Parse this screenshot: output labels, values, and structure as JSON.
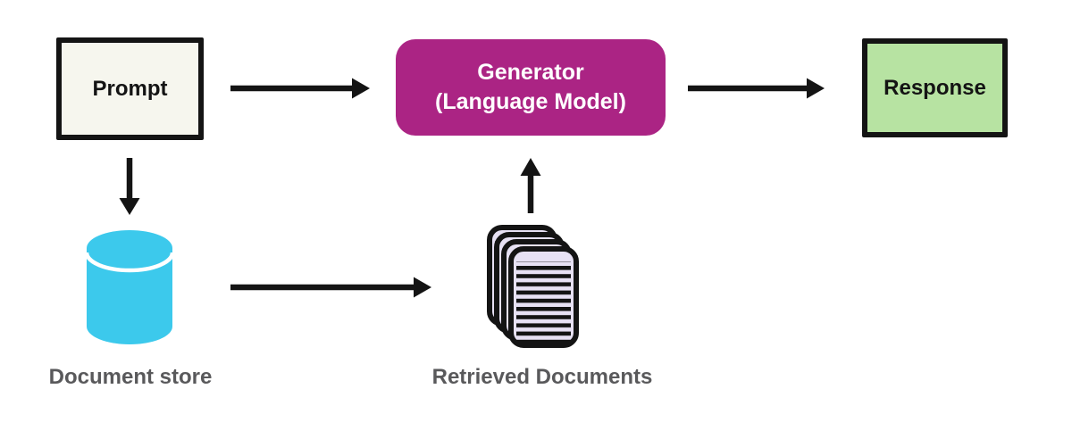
{
  "diagram": {
    "background": "#ffffff",
    "arrow_color": "#141414",
    "caption_color": "#59595b",
    "nodes": {
      "prompt": {
        "label": "Prompt",
        "shape": "rectangle",
        "fill": "#f6f6ee",
        "border_color": "#141414",
        "text_color": "#141414"
      },
      "generator": {
        "label_line1": "Generator",
        "label_line2": "(Language Model)",
        "shape": "rounded-rectangle",
        "fill": "#ab2484",
        "text_color": "#ffffff"
      },
      "response": {
        "label": "Response",
        "shape": "rectangle",
        "fill": "#b7e3a2",
        "border_color": "#141414",
        "text_color": "#141414"
      },
      "document_store": {
        "label": "Document store",
        "icon": "database-cylinder-icon",
        "icon_color": "#3cc9ec"
      },
      "retrieved_documents": {
        "label": "Retrieved Documents",
        "icon": "document-stack-icon",
        "icon_fill": "#e7e1f4",
        "icon_stroke": "#141414"
      }
    },
    "edges": [
      {
        "from": "prompt",
        "to": "generator",
        "direction": "right"
      },
      {
        "from": "generator",
        "to": "response",
        "direction": "right"
      },
      {
        "from": "prompt",
        "to": "document_store",
        "direction": "down"
      },
      {
        "from": "document_store",
        "to": "retrieved_documents",
        "direction": "right"
      },
      {
        "from": "retrieved_documents",
        "to": "generator",
        "direction": "up"
      }
    ]
  }
}
